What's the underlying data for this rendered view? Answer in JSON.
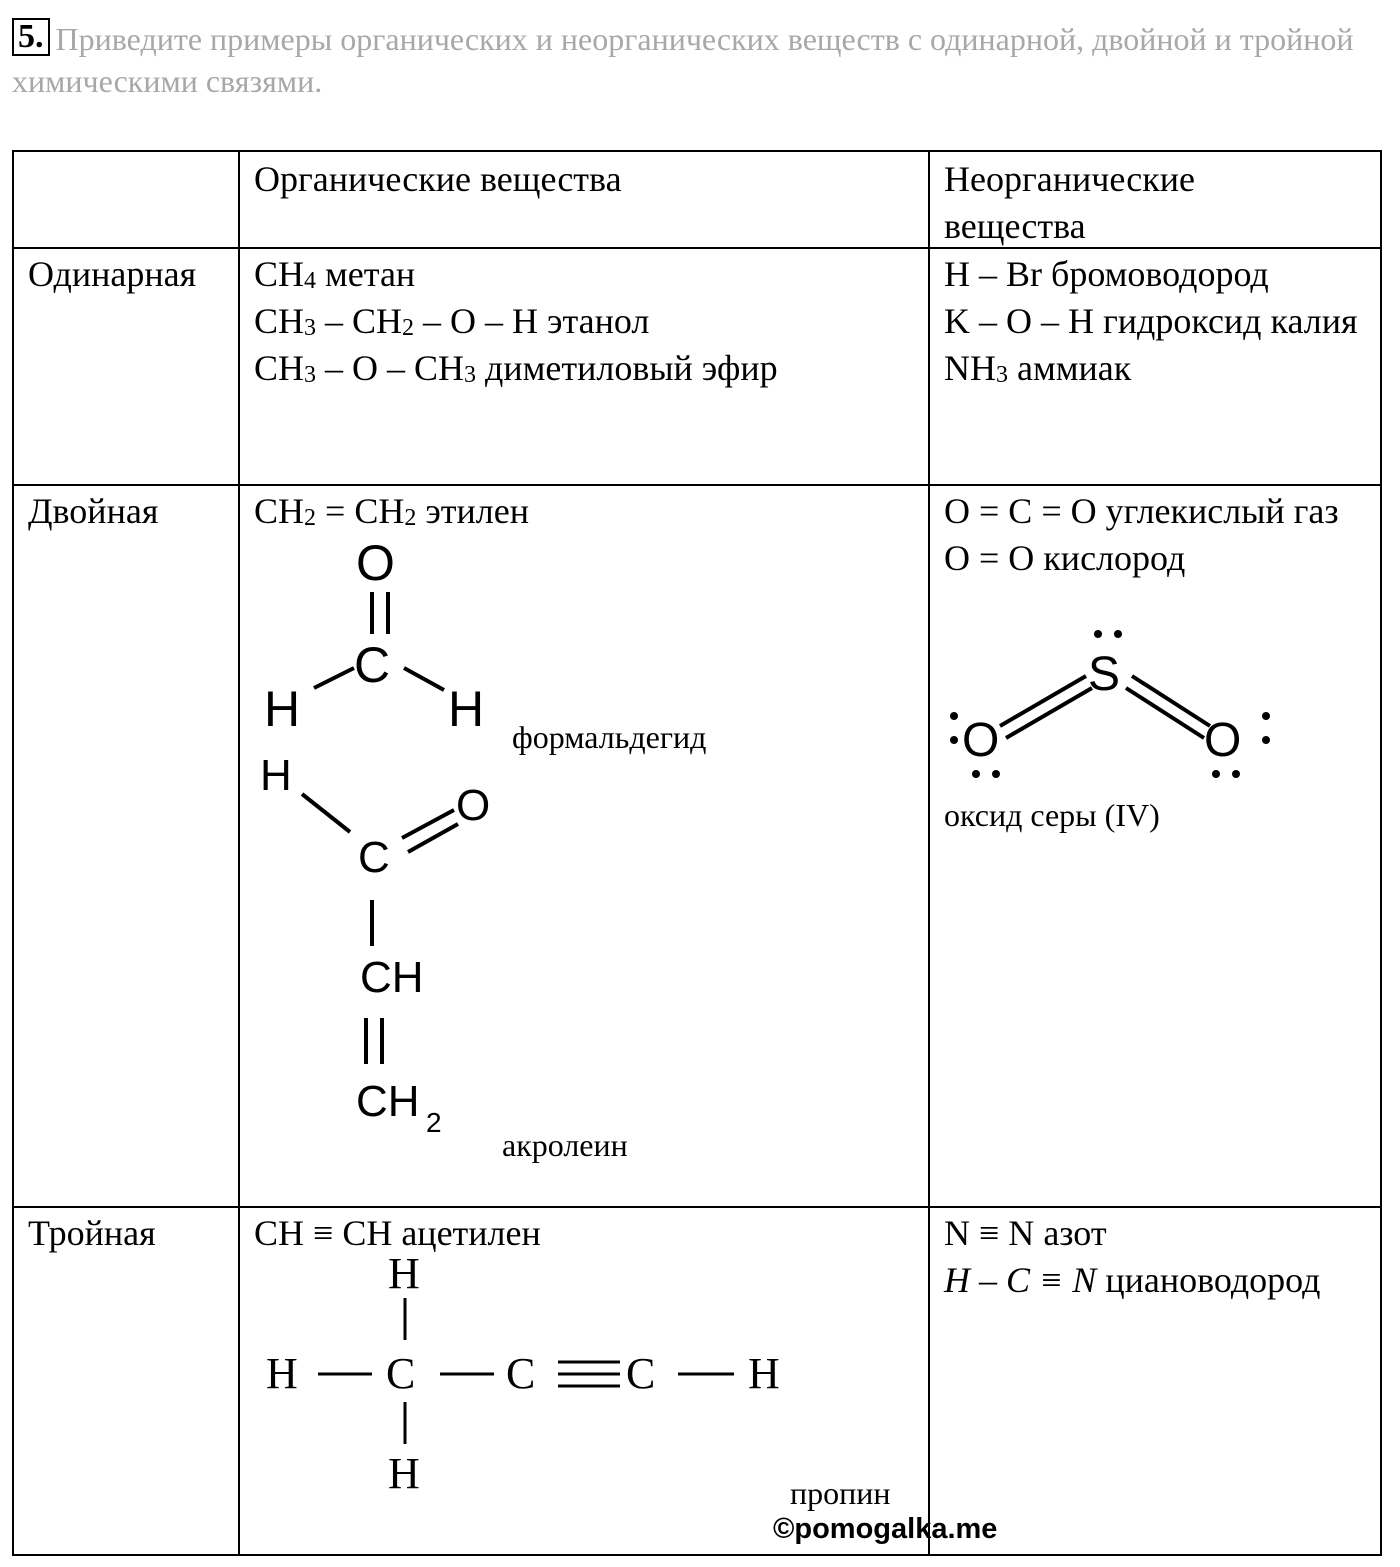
{
  "task": {
    "number": "5.",
    "text": "Приведите примеры органических и неорганических веществ с одинарной, двойной и тройной химическими связями."
  },
  "table": {
    "headers": {
      "row_label": "",
      "organic": "Органические вещества",
      "inorganic": "Неорганические вещества"
    },
    "rows": {
      "single": {
        "label": "Одинарная",
        "organic": {
          "l1_formula": "CH4",
          "l1_name": "метан",
          "l2_formula": "CH3 – CH2 – O – H",
          "l2_name": "этанол",
          "l3_formula": "CH3 – O – CH3",
          "l3_name": "диметиловый эфир"
        },
        "inorganic": {
          "l1_formula": "H – Br",
          "l1_name": "бромоводород",
          "l2_formula": "K – O – H",
          "l2_name": "гидроксид калия",
          "l3_formula": "NH3",
          "l3_name": "аммиак"
        }
      },
      "double": {
        "label": "Двойная",
        "organic": {
          "l1_formula": "CH2 = CH2",
          "l1_name": "этилен",
          "formaldehyde_label": "формальдегид",
          "acrolein_label": "акролеин"
        },
        "inorganic": {
          "l1_formula": "O = C = O",
          "l1_name": "углекислый газ",
          "l2_formula": "O = O",
          "l2_name": "кислород",
          "so2_label": "оксид серы (IV)"
        }
      },
      "triple": {
        "label": "Тройная",
        "organic": {
          "l1_formula": "CH ≡ CH",
          "l1_name": "ацетилен",
          "propyne_label": "пропин"
        },
        "inorganic": {
          "l1_formula": "N ≡ N",
          "l1_name": "азот",
          "l2_formula": "H – C ≡ N",
          "l2_name": "циановодород"
        }
      }
    }
  },
  "watermark": "©pomogalka.me"
}
